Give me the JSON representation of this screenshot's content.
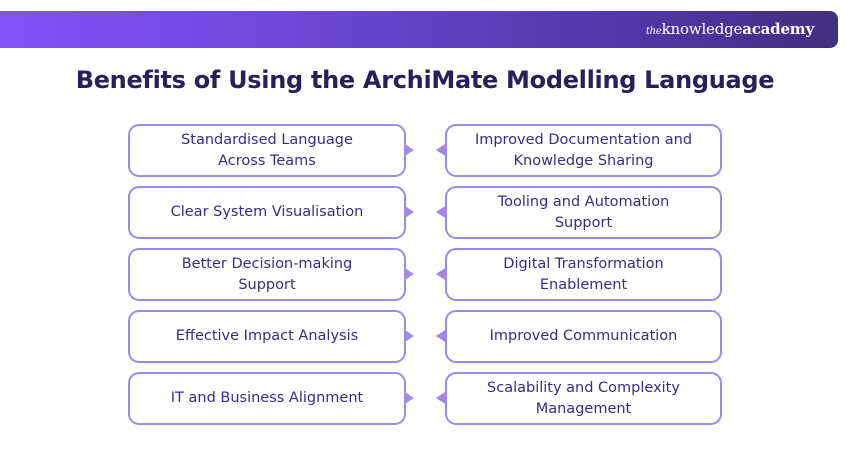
{
  "header": {
    "logo_the": "the",
    "logo_knowledge": "knowledge",
    "logo_academy": "academy"
  },
  "title": "Benefits of Using the ArchiMate Modelling Language",
  "colors": {
    "banner_start": "#8251fb",
    "banner_end": "#41307f",
    "title": "#27205a",
    "box_border": "#9e89ea",
    "box_text": "#3a2b86"
  },
  "left_items": [
    {
      "label": "Standardised Language Across Teams"
    },
    {
      "label": "Clear System Visualisation"
    },
    {
      "label": "Better Decision-making Support"
    },
    {
      "label": "Effective Impact Analysis"
    },
    {
      "label": "IT and Business Alignment"
    }
  ],
  "right_items": [
    {
      "label": "Improved Documentation and Knowledge Sharing"
    },
    {
      "label": "Tooling and Automation Support"
    },
    {
      "label": "Digital Transformation Enablement"
    },
    {
      "label": "Improved Communication"
    },
    {
      "label": "Scalability and Complexity Management"
    }
  ]
}
